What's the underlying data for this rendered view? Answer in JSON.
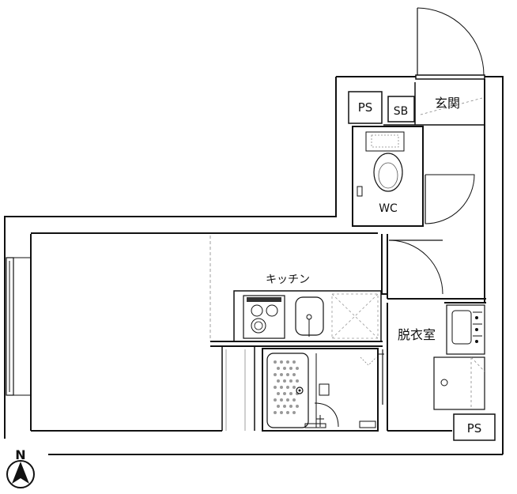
{
  "floor_plan": {
    "labels": {
      "entrance": "玄関",
      "shoe_box": "SB",
      "ps_top": "PS",
      "toilet": "WC",
      "kitchen": "キッチン",
      "washroom": "脱衣室",
      "ps_bottom": "PS",
      "north": "N"
    },
    "colors": {
      "line": "#111111",
      "dashed": "#777777",
      "fill": "#ffffff"
    }
  }
}
